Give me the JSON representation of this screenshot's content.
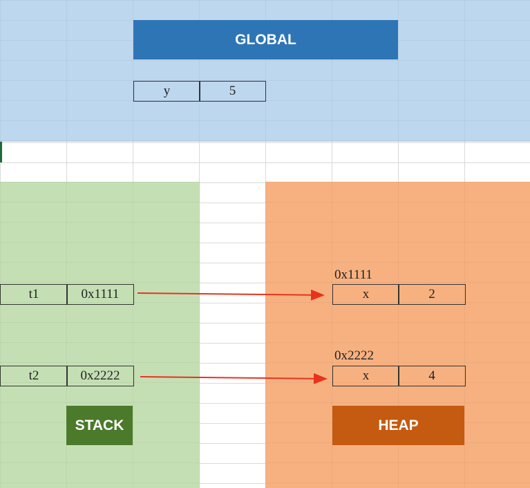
{
  "global": {
    "title": "GLOBAL",
    "variable": {
      "name": "y",
      "value": "5"
    }
  },
  "stack": {
    "title": "STACK",
    "entries": [
      {
        "name": "t1",
        "value": "0x1111"
      },
      {
        "name": "t2",
        "value": "0x2222"
      }
    ]
  },
  "heap": {
    "title": "HEAP",
    "objects": [
      {
        "address": "0x1111",
        "field": "x",
        "value": "2"
      },
      {
        "address": "0x2222",
        "field": "x",
        "value": "4"
      }
    ]
  },
  "colors": {
    "global_bg": "#bdd7ee",
    "global_title": "#2e75b6",
    "stack_bg": "#c5dfb4",
    "stack_title": "#4b7a2b",
    "heap_bg": "#f7b180",
    "heap_title": "#c55a11",
    "arrow": "#e8321e"
  }
}
